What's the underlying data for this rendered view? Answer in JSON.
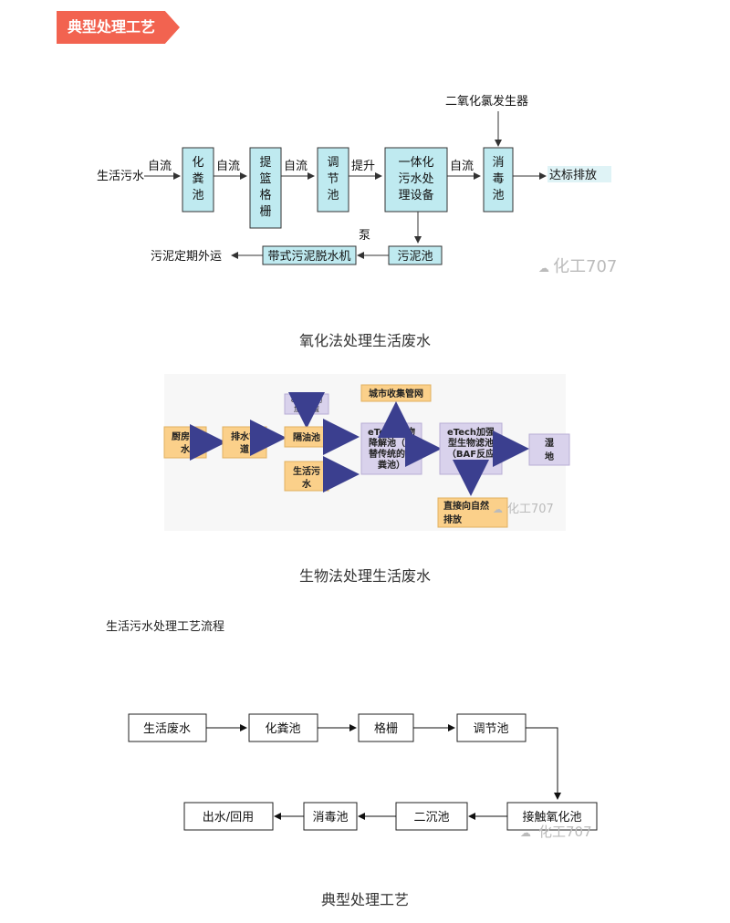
{
  "header": {
    "tag": "典型处理工艺"
  },
  "diagram1": {
    "boxes": {
      "huafenchi": [
        "化",
        "粪",
        "池"
      ],
      "tilan": [
        "提",
        "篮",
        "格",
        "栅"
      ],
      "tiaojie": [
        "调",
        "节",
        "池"
      ],
      "yiti": [
        "一体化",
        "污水处",
        "理设备"
      ],
      "xiaodu": [
        "消",
        "毒",
        "池"
      ],
      "wuni": "污泥池",
      "daishi": "带式污泥脱水机"
    },
    "labels": {
      "input": "生活污水",
      "ziliu1": "自流",
      "ziliu2": "自流",
      "ziliu3": "自流",
      "tisheng": "提升",
      "ziliu4": "自流",
      "clo2": "二氧化氯发生器",
      "output": "达标排放",
      "pump": "泵",
      "sludge_out": "污泥定期外运"
    },
    "watermark": "化工707"
  },
  "caption1": "氧化法处理生活废水",
  "diagram2": {
    "boxes": {
      "chufang": [
        "厨房污",
        "水"
      ],
      "paishui": [
        "排水管",
        "道"
      ],
      "etech_auto": [
        "eTech自动",
        "加药装置"
      ],
      "geyou": "隔油池",
      "shenghuo": [
        "生活污",
        "水"
      ],
      "jiangjie": [
        "eTech生物",
        "降解池（代",
        "替传统的化",
        "粪池）"
      ],
      "chengshi": "城市收集管网",
      "jiaqiang": [
        "eTech加强",
        "型生物滤池",
        "（BAF反应",
        "系统）"
      ],
      "shidi": [
        "湿",
        "地"
      ],
      "zhijie": [
        "直接向自然",
        "排放"
      ]
    },
    "watermark": "化工707"
  },
  "caption2": "生物法处理生活废水",
  "section_label": "生活污水处理工艺流程",
  "diagram3": {
    "boxes": {
      "b1": "生活废水",
      "b2": "化粪池",
      "b3": "格栅",
      "b4": "调节池",
      "b5": "接触氧化池",
      "b6": "二沉池",
      "b7": "消毒池",
      "b8": "出水/回用"
    },
    "watermark": "化工707"
  },
  "caption3": "典型处理工艺"
}
